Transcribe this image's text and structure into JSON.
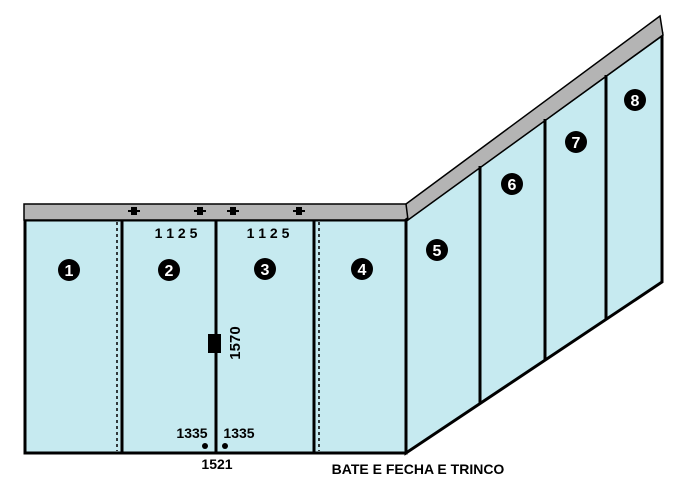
{
  "colors": {
    "glass": "#c6eaf0",
    "rail": "#b4b4b4",
    "frame": "#000000",
    "background": "#ffffff"
  },
  "panels": [
    {
      "number": "1"
    },
    {
      "number": "2"
    },
    {
      "number": "3"
    },
    {
      "number": "4"
    },
    {
      "number": "5"
    },
    {
      "number": "6"
    },
    {
      "number": "7"
    },
    {
      "number": "8"
    }
  ],
  "annotations": {
    "code_left": "1 1 2 5",
    "code_right": "1 1 2 5",
    "height": "1570",
    "bottom_left": "1335",
    "bottom_right": "1335",
    "bottom_center": "1521",
    "caption": "BATE E FECHA E TRINCO"
  }
}
